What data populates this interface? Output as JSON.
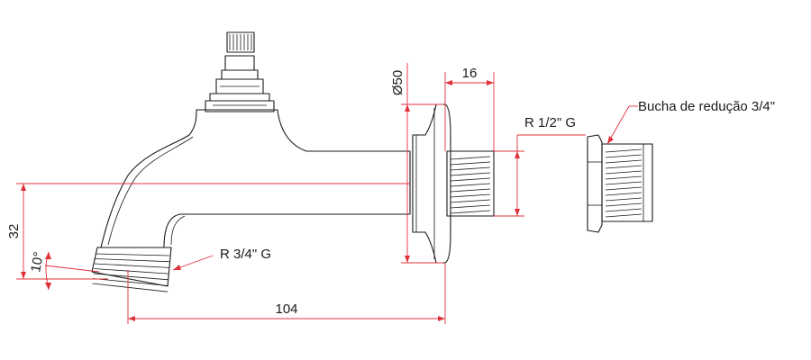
{
  "drawing": {
    "dimensions": {
      "flange_diameter": "Ø50",
      "nipple_length": "16",
      "height": "32",
      "angle": "10°",
      "total_length": "104"
    },
    "threads": {
      "inlet_thread": "R 1/2\" G",
      "outlet_thread": "R 3/4\" G"
    },
    "callouts": {
      "reducer_bushing": "Bucha de redução 3/4\""
    },
    "colors": {
      "outline": "#1a1a1a",
      "dimension": "#e0303a"
    }
  }
}
